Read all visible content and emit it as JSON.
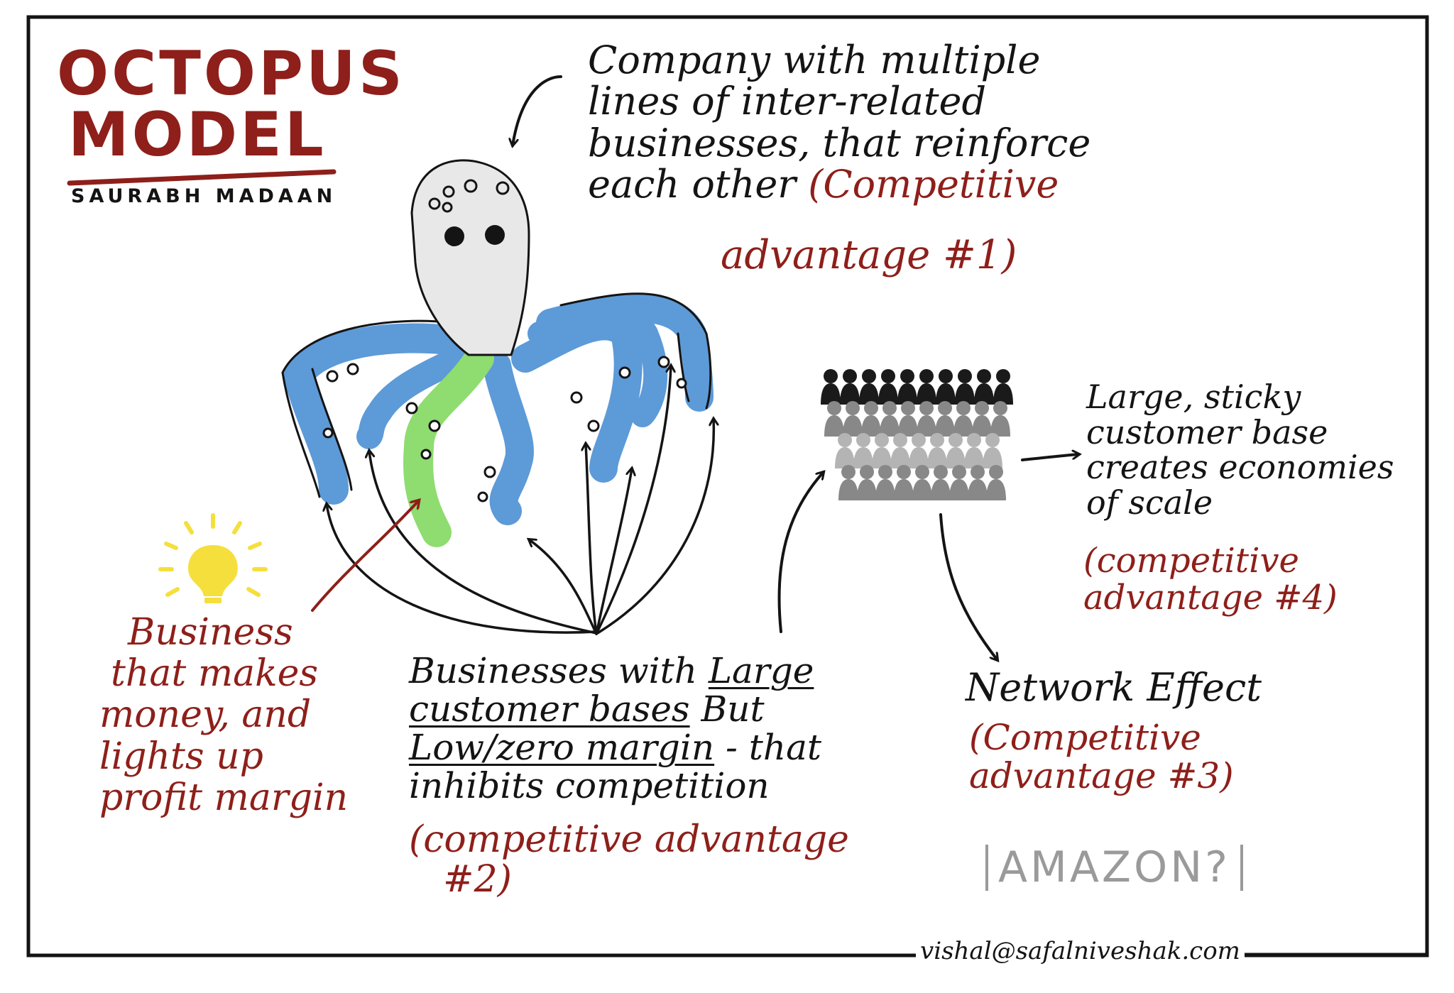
{
  "title": {
    "line1": "OCTOPUS",
    "line2": "MODEL",
    "author": "SAURABH MADAAN"
  },
  "top_note": {
    "lines": [
      "Company with multiple",
      "lines of inter-related",
      "businesses, that reinforce",
      "each other"
    ],
    "advantage_part1": "(Competitive",
    "advantage_part2": "advantage #1)"
  },
  "customer_note": {
    "lines": [
      "Large, sticky",
      "customer base",
      "creates economies",
      "of scale"
    ],
    "advantage": [
      "(competitive",
      "advantage #4)"
    ]
  },
  "network_note": {
    "title": "Network Effect",
    "advantage": [
      "(Competitive",
      "advantage #3)"
    ]
  },
  "amazon_label": "AMAZON?",
  "bottom_note": {
    "line1_a": "Businesses with",
    "line1_b": "Large",
    "line2_a": "customer bases",
    "line2_b": "But",
    "line3_a": "Low/zero margin",
    "line3_b": "- that",
    "line4": "inhibits competition",
    "advantage_line1": "(competitive advantage",
    "advantage_line2": "#2)"
  },
  "profit_note": {
    "lines": [
      "Business",
      "that makes",
      "money, and",
      "lights up",
      "profit margin"
    ]
  },
  "email": "vishal@safalniveshak.com",
  "colors": {
    "ink": "#141414",
    "red": "#8e1f1a",
    "octopus_head": "#e8e8e8",
    "tentacle_blue": "#5d9ad8",
    "tentacle_green": "#8fdc70",
    "bulb_yellow": "#f5df3c",
    "crowd_dark": "#1a1a1a",
    "crowd_mid": "#888888",
    "crowd_light": "#b4b4b4",
    "amazon_gray": "#9a9a9a"
  }
}
